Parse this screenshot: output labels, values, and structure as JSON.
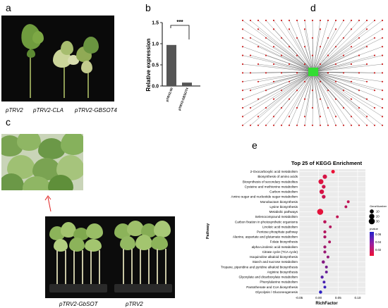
{
  "panels": {
    "a": {
      "label": "a",
      "captions": [
        "pTRV2",
        "pTRV2-CLA",
        "pTRV2-GBSOT4"
      ]
    },
    "b": {
      "label": "b"
    },
    "c": {
      "label": "c",
      "captions": [
        "pTRV2-GbSOT",
        "pTRV2"
      ]
    },
    "d": {
      "label": "d"
    },
    "e": {
      "label": "e"
    }
  },
  "colors": {
    "photo_bg": "#0a0a0a",
    "leaf_green": "#5f8f3a",
    "leaf_light": "#9bbf6a",
    "bar": "#555555",
    "arrow": "#e02020",
    "hub": "#33dd33",
    "node": "#cc2222",
    "edge": "#5a5a5a"
  },
  "chart_data": [
    {
      "type": "bar",
      "title": "",
      "xlabel": "",
      "ylabel": "Relative expression",
      "categories": [
        "pTRV2:00",
        "pTRV2:GBSOT4"
      ],
      "values": [
        0.97,
        0.08
      ],
      "ylim": [
        0,
        1.5
      ],
      "yticks": [
        "0.0",
        "0.5",
        "1.0",
        "1.5"
      ],
      "significance": "***",
      "grid": false
    },
    {
      "type": "scatter",
      "title": "Top 25 of KEGG Enrichment",
      "xlabel": "RichFactor",
      "ylabel": "Pathway",
      "xlim": [
        -0.05,
        0.12
      ],
      "xticks": [
        "-0.05",
        "0.00",
        "0.05",
        "0.10"
      ],
      "grid": true,
      "legend_size_title": "GeneNumber",
      "legend_sizes": [
        "10",
        "20",
        "30"
      ],
      "legend_color_title": "pvalue",
      "legend_colors": [
        "0.06",
        "0.04",
        "0.02"
      ],
      "legend_position": "right",
      "pathways": [
        {
          "name": "2-Oxocarboxylic acid metabolism",
          "x": 0.037,
          "genes": 7,
          "pvalue": 0.006
        },
        {
          "name": "Biosynthesis of amino acids",
          "x": 0.016,
          "genes": 12,
          "pvalue": 0.012
        },
        {
          "name": "Biosynthesis of secondary metabolites",
          "x": 0.006,
          "genes": 18,
          "pvalue": 0.01
        },
        {
          "name": "Cysteine and methionine metabolism",
          "x": 0.013,
          "genes": 8,
          "pvalue": 0.014
        },
        {
          "name": "Carbon metabolism",
          "x": 0.008,
          "genes": 14,
          "pvalue": 0.012
        },
        {
          "name": "Amino sugar and nucleotide sugar metabolism",
          "x": 0.013,
          "genes": 8,
          "pvalue": 0.016
        },
        {
          "name": "Monobactam biosynthesis",
          "x": 0.076,
          "genes": 3,
          "pvalue": 0.018
        },
        {
          "name": "Lysine biosynthesis",
          "x": 0.07,
          "genes": 3,
          "pvalue": 0.02
        },
        {
          "name": "Metabolic pathways",
          "x": 0.004,
          "genes": 30,
          "pvalue": 0.008
        },
        {
          "name": "Selenocompound metabolism",
          "x": 0.048,
          "genes": 3,
          "pvalue": 0.018
        },
        {
          "name": "Carbon fixation in photosynthetic organisms",
          "x": 0.016,
          "genes": 5,
          "pvalue": 0.02
        },
        {
          "name": "Linoleic acid metabolism",
          "x": 0.03,
          "genes": 3,
          "pvalue": 0.022
        },
        {
          "name": "Pentose phosphate pathway",
          "x": 0.016,
          "genes": 4,
          "pvalue": 0.022
        },
        {
          "name": "Alanine, aspartate and glutamate metabolism",
          "x": 0.016,
          "genes": 4,
          "pvalue": 0.024
        },
        {
          "name": "Folate biosynthesis",
          "x": 0.028,
          "genes": 3,
          "pvalue": 0.024
        },
        {
          "name": "alpha-Linolenic acid metabolism",
          "x": 0.016,
          "genes": 4,
          "pvalue": 0.028
        },
        {
          "name": "Citrate cycle (TCA cycle)",
          "x": 0.016,
          "genes": 4,
          "pvalue": 0.03
        },
        {
          "name": "Isoquinoline alkaloid biosynthesis",
          "x": 0.024,
          "genes": 3,
          "pvalue": 0.032
        },
        {
          "name": "Starch and sucrose metabolism",
          "x": 0.012,
          "genes": 5,
          "pvalue": 0.036
        },
        {
          "name": "Tropane, piperidine and pyridine alkaloid biosynthesis",
          "x": 0.02,
          "genes": 3,
          "pvalue": 0.04
        },
        {
          "name": "Arginine biosynthesis",
          "x": 0.02,
          "genes": 3,
          "pvalue": 0.044
        },
        {
          "name": "Glyoxylate and dicarboxylate metabolism",
          "x": 0.009,
          "genes": 4,
          "pvalue": 0.05
        },
        {
          "name": "Phenylalanine metabolism",
          "x": 0.014,
          "genes": 3,
          "pvalue": 0.054
        },
        {
          "name": "Pantothenate and CoA biosynthesis",
          "x": 0.016,
          "genes": 3,
          "pvalue": 0.058
        },
        {
          "name": "Glycolysis / Gluconeogenesis",
          "x": 0.005,
          "genes": 5,
          "pvalue": 0.062
        }
      ]
    }
  ]
}
